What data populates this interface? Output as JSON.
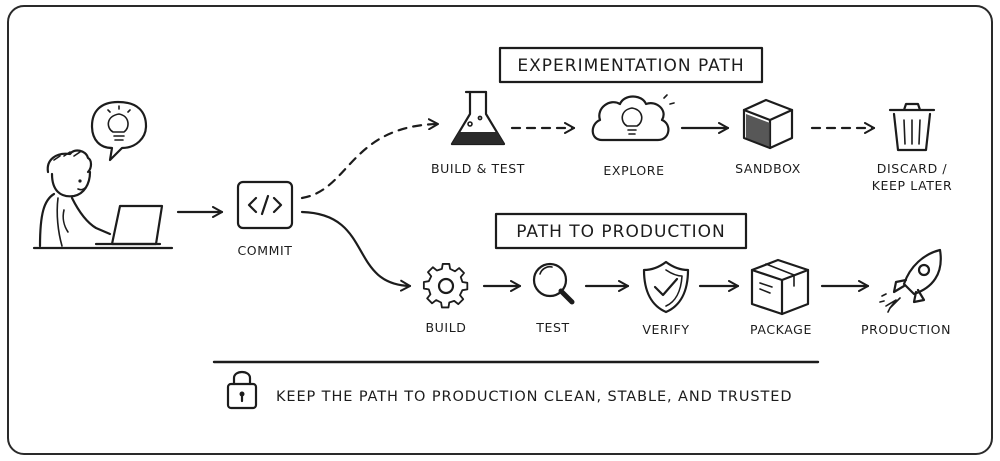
{
  "experimentation": {
    "header": "EXPERIMENTATION PATH",
    "steps": [
      {
        "label": "BUILD & TEST",
        "icon": "flask-icon"
      },
      {
        "label": "EXPLORE",
        "icon": "lightbulb-cloud-icon"
      },
      {
        "label": "SANDBOX",
        "icon": "box-icon"
      },
      {
        "label_line1": "DISCARD /",
        "label_line2": "KEEP LATER",
        "icon": "trash-icon"
      }
    ]
  },
  "commit": {
    "label": "COMMIT",
    "icon": "code-icon"
  },
  "production": {
    "header": "PATH TO PRODUCTION",
    "steps": [
      {
        "label": "BUILD",
        "icon": "gear-icon"
      },
      {
        "label": "TEST",
        "icon": "magnifier-icon"
      },
      {
        "label": "VERIFY",
        "icon": "shield-check-icon"
      },
      {
        "label": "PACKAGE",
        "icon": "package-icon"
      },
      {
        "label": "PRODUCTION",
        "icon": "rocket-icon"
      }
    ]
  },
  "footer": {
    "text": "KEEP THE PATH TO PRODUCTION CLEAN, STABLE, AND TRUSTED",
    "icon": "padlock-icon"
  },
  "developer": {
    "icon": "developer-laptop-icon",
    "thought_icon": "lightbulb-bubble-icon"
  }
}
